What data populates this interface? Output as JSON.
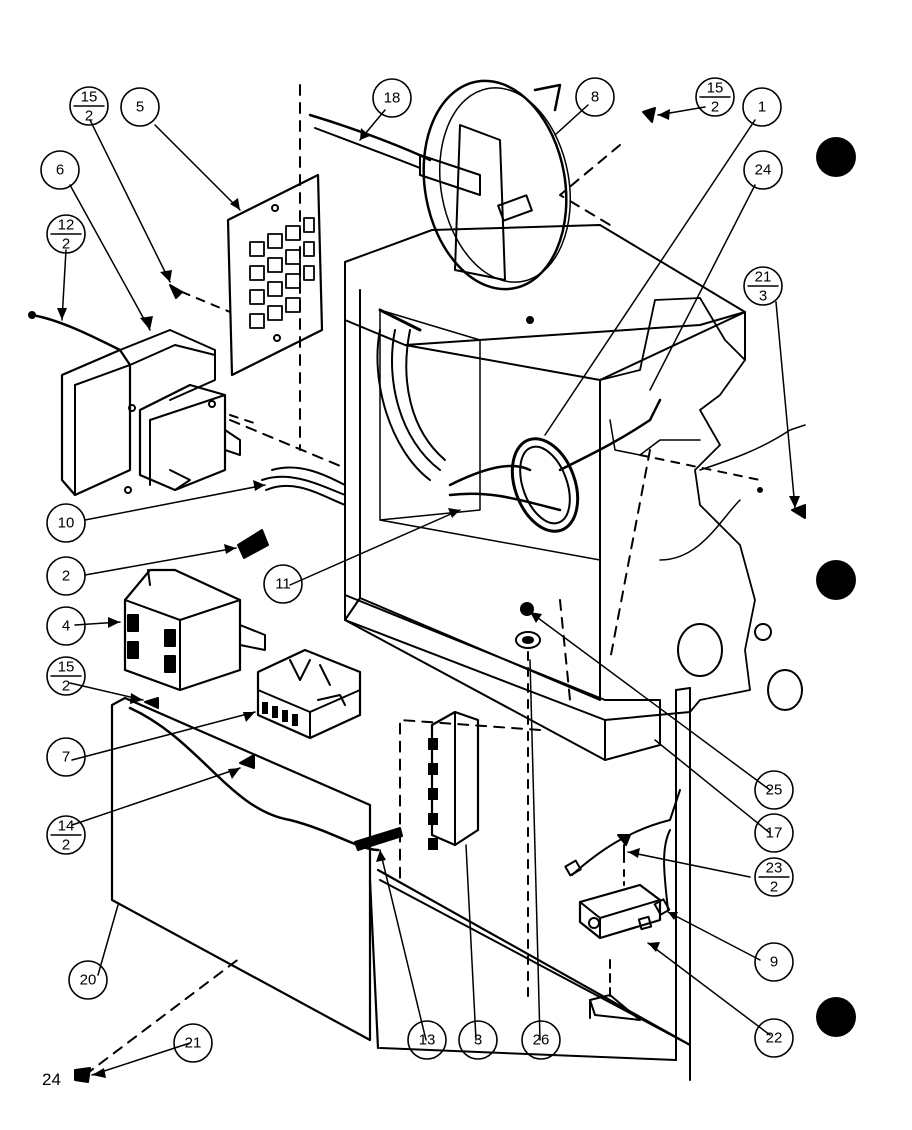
{
  "diagram": {
    "page_number": "24",
    "callouts": {
      "c1": "1",
      "c2": "2",
      "c3": "3",
      "c4": "4",
      "c5": "5",
      "c6": "6",
      "c7": "7",
      "c8": "8",
      "c9": "9",
      "c10": "10",
      "c11": "11",
      "c13": "13",
      "c17": "17",
      "c18": "18",
      "c20": "20",
      "c21": "21",
      "c22": "22",
      "c24": "24",
      "c25": "25",
      "c26": "26"
    },
    "fractions": {
      "f15a": {
        "num": "15",
        "den": "2"
      },
      "f15b": {
        "num": "15",
        "den": "2"
      },
      "f12": {
        "num": "12",
        "den": "2"
      },
      "f21": {
        "num": "21",
        "den": "3"
      },
      "f15c": {
        "num": "15",
        "den": "2"
      },
      "f14": {
        "num": "14",
        "den": "2"
      },
      "f23": {
        "num": "23",
        "den": "2"
      }
    }
  }
}
